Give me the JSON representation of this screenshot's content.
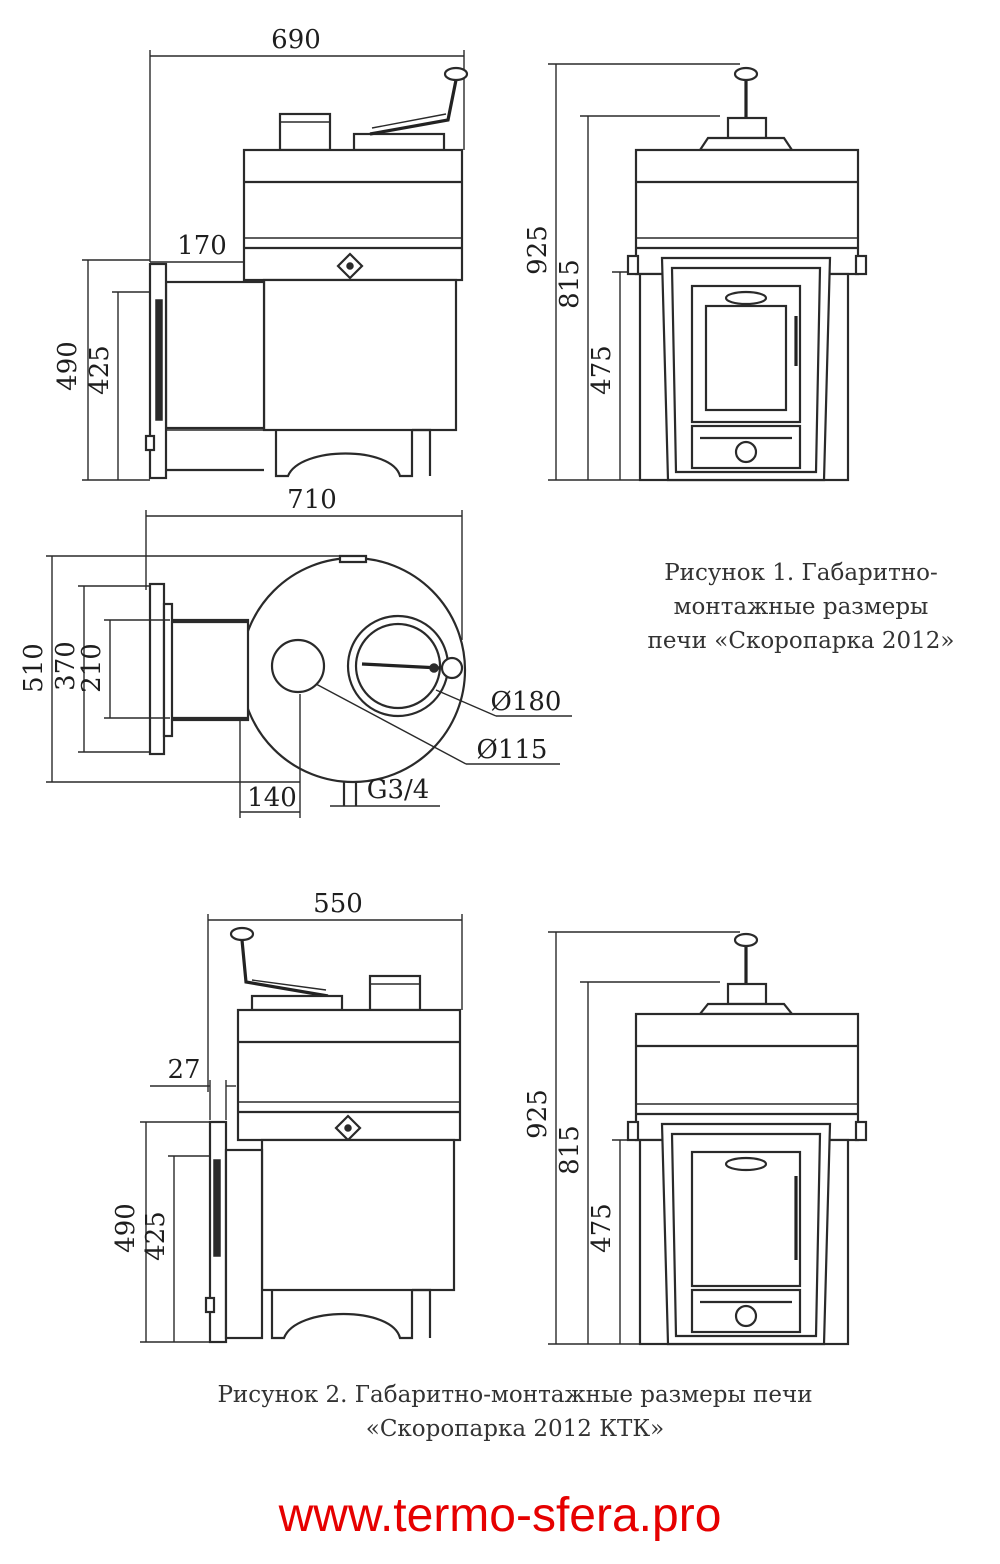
{
  "figure1": {
    "caption_line1": "Рисунок 1. Габаритно-",
    "caption_line2": "монтажные размеры",
    "caption_line3": "печи «Скоропарка 2012»",
    "side_view": {
      "width": "690",
      "tunnel": "170",
      "height_total": "490",
      "height_door": "425"
    },
    "front_view": {
      "height_total": "925",
      "height_tank": "815",
      "height_door": "475"
    },
    "top_view": {
      "width": "710",
      "depth_total": "510",
      "depth_frame": "370",
      "depth_door": "210",
      "offset": "140",
      "fitting": "G3/4",
      "dia_large": "Ø180",
      "dia_small": "Ø115"
    }
  },
  "figure2": {
    "caption_line1": "Рисунок 2. Габаритно-монтажные размеры печи",
    "caption_line2": "«Скоропарка 2012 КТК»",
    "side_view": {
      "width": "550",
      "frame": "27",
      "height_total": "490",
      "height_door": "425"
    },
    "front_view": {
      "height_total": "925",
      "height_tank": "815",
      "height_door": "475"
    }
  },
  "website": "www.termo-sfera.pro",
  "colors": {
    "line": "#2a2a2a",
    "url": "#e60000",
    "background": "#ffffff"
  }
}
